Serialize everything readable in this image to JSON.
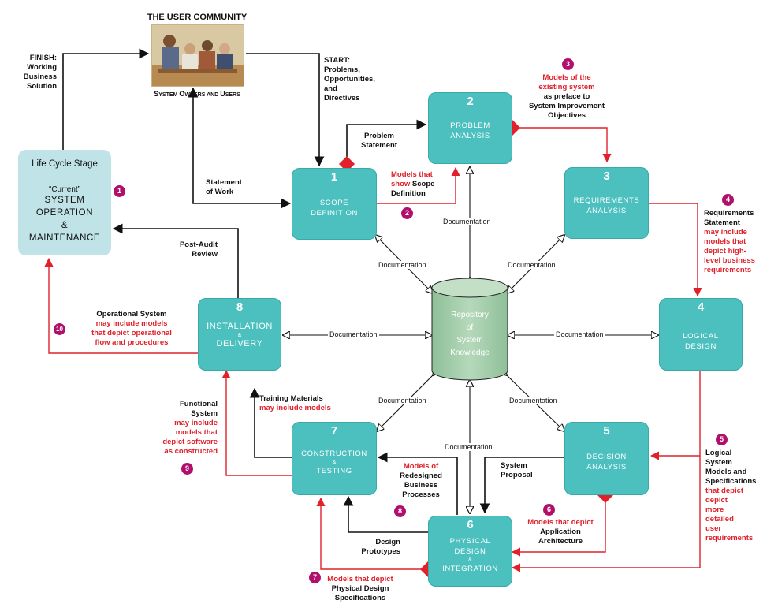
{
  "community": {
    "title": "THE USER COMMUNITY",
    "caption_big1": "S",
    "caption_small1": "YSTEM ",
    "caption_big2": "O",
    "caption_small2": "WNERS AND ",
    "caption_big3": "U",
    "caption_small3": "SERS"
  },
  "lifecycle": {
    "header": "Life Cycle Stage",
    "current": "“Current”",
    "line1": "SYSTEM",
    "line2": "OPERATION",
    "line3": "&",
    "line4": "MAINTENANCE"
  },
  "phases": {
    "p1": {
      "num": "1",
      "line1": "SCOPE",
      "line2": "DEFINITION"
    },
    "p2": {
      "num": "2",
      "line1": "PROBLEM",
      "line2": "ANALYSIS"
    },
    "p3": {
      "num": "3",
      "line1": "REQUIREMENTS",
      "line2": "ANALYSIS"
    },
    "p4": {
      "num": "4",
      "line1": "LOGICAL",
      "line2": "DESIGN"
    },
    "p5": {
      "num": "5",
      "line1": "DECISION",
      "line2": "ANALYSIS"
    },
    "p6": {
      "num": "6",
      "line1": "PHYSICAL",
      "line2": "DESIGN",
      "amp": "&",
      "line3": "INTEGRATION"
    },
    "p7": {
      "num": "7",
      "line1": "CONSTRUCTION",
      "amp": "&",
      "line2": "TESTING"
    },
    "p8": {
      "num": "8",
      "line1": "INSTALLATION",
      "amp": "&",
      "line2": "DELIVERY"
    }
  },
  "repository": {
    "line1": "Repository",
    "line2": "of",
    "line3": "System",
    "line4": "Knowledge"
  },
  "documentation_label": "Documentation",
  "labels": {
    "finish": [
      "FINISH:",
      "Working",
      "Business",
      "Solution"
    ],
    "start": [
      "START:",
      "Problems,",
      "Opportunities,",
      "and",
      "Directives"
    ],
    "problem_statement": [
      "Problem",
      "Statement"
    ],
    "statement_of_work": [
      "Statement",
      "of Work"
    ],
    "models_show_scope": [
      "Models that",
      "show",
      "Scope",
      "Definition"
    ],
    "models_existing": [
      "Models of the",
      "existing system"
    ],
    "preface": [
      "as preface to",
      "System Improvement",
      "Objectives"
    ],
    "requirements_statement": [
      "Requirements",
      "Statement"
    ],
    "requirements_models": [
      "may include",
      "models that",
      "depict high-",
      "level business",
      "requirements"
    ],
    "post_audit": [
      "Post-Audit",
      "Review"
    ],
    "operational_system": "Operational System",
    "operational_models": [
      "may include models",
      "that depict operational",
      "flow and procedures"
    ],
    "training": "Training Materials",
    "training_models": "may include models",
    "functional_system": [
      "Functional",
      "System"
    ],
    "functional_models": [
      "may include",
      "models that",
      "depict software",
      "as constructed"
    ],
    "models_redesigned": "Models of",
    "redesigned_rest": [
      "Redesigned",
      "Business",
      "Processes"
    ],
    "system_proposal": [
      "System",
      "Proposal"
    ],
    "models_app_arch": "Models that depict",
    "app_arch": [
      "Application",
      "Architecture"
    ],
    "design_prototypes": [
      "Design",
      "Prototypes"
    ],
    "models_phys": "Models that depict",
    "phys_spec": [
      "Physical Design",
      "Specifications"
    ],
    "logical_models": [
      "Logical",
      "System",
      "Models and",
      "Specifications"
    ],
    "logical_red": [
      "that depict",
      "depict",
      "more",
      "detailed",
      "user",
      "requirements"
    ]
  },
  "badges": [
    "1",
    "2",
    "3",
    "4",
    "5",
    "6",
    "7",
    "8",
    "9",
    "10"
  ],
  "colors": {
    "teal": "#4cbfbf",
    "red": "#e0202a",
    "badge": "#b0106b",
    "repo": "#a8d0b0",
    "lifecycle": "#bfe3e6"
  }
}
